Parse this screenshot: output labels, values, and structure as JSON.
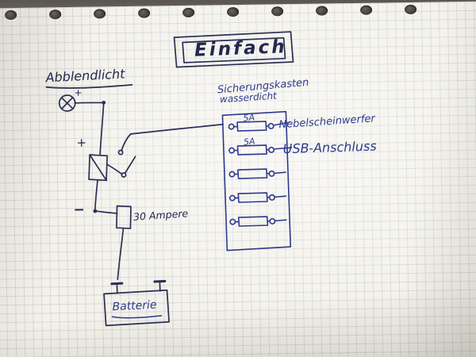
{
  "photo_desc": "hand-drawn wiring diagram on squared notebook paper",
  "colors": {
    "paper": "#f3f1ea",
    "grid_line": "#9aa4ad",
    "pad_background": "#4e4943",
    "ink_dark": "#2a2e55",
    "ink_blue": "#2d3a8c"
  },
  "title": {
    "text": "Einfach"
  },
  "labels": {
    "headlight": "Abblendlicht",
    "plus_lamp": "+",
    "plus_relay": "+",
    "minus": "−",
    "fuse30": "30 Ampere",
    "fusebox_line1": "Sicherungskasten",
    "fusebox_line2": "wasserdicht",
    "fuse1_rating": "5A",
    "fuse2_rating": "5A",
    "fog_light": "Nebelscheinwerfer",
    "usb": "USB-Anschluss",
    "battery": "Batterie"
  }
}
